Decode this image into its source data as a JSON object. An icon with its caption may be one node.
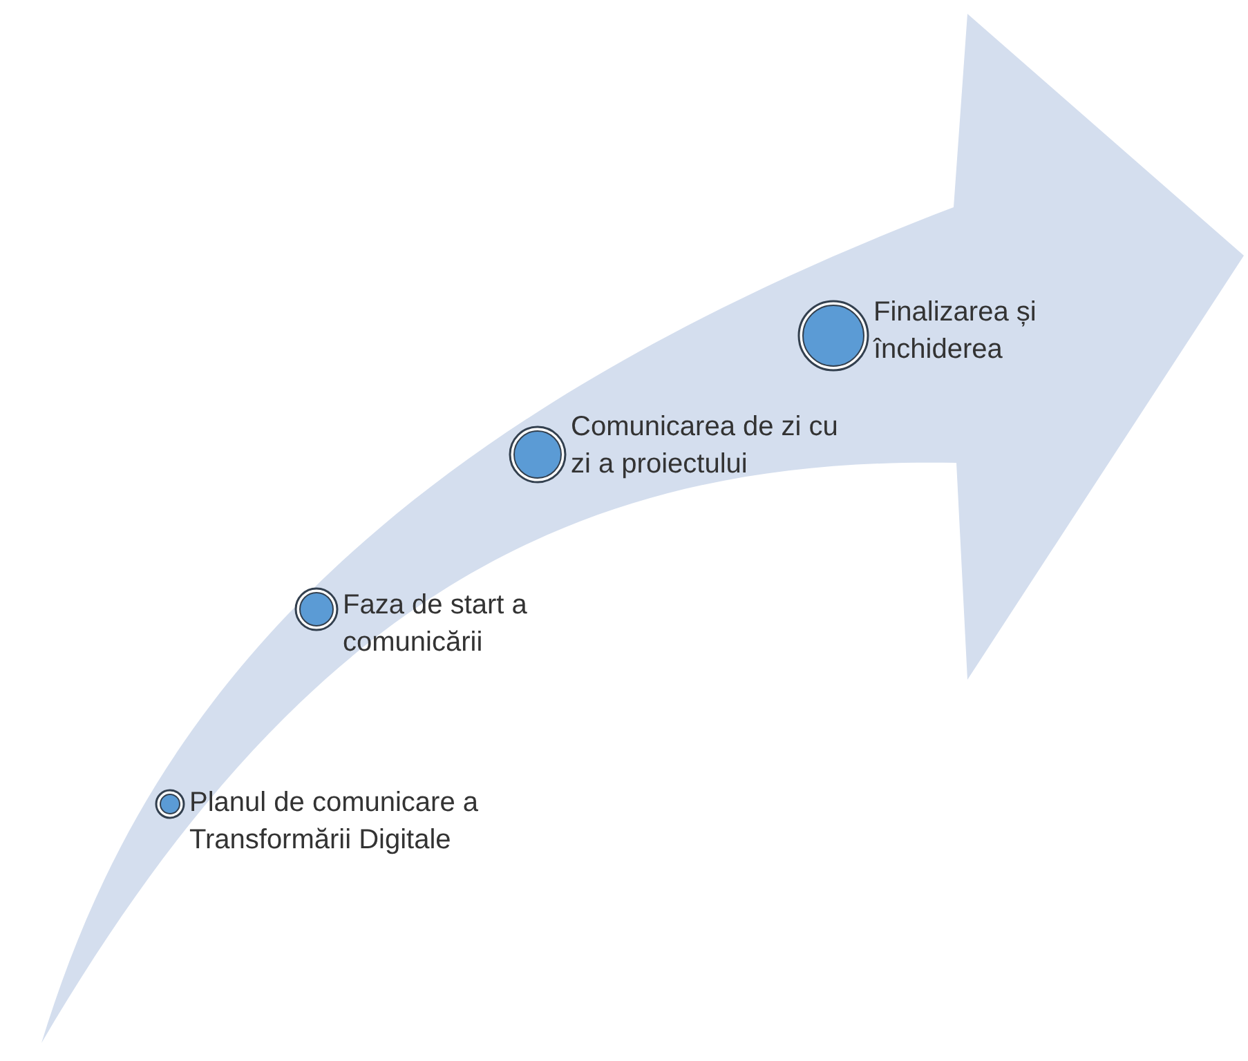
{
  "diagram": {
    "nodes": [
      {
        "text": [
          "Planul de comunicare a Transformării Digitale"
        ]
      },
      {
        "text": [
          "Faza de start a comunicării"
        ]
      },
      {
        "text": [
          "Comunicarea de zi cu zi a proiectului"
        ]
      },
      {
        "text": [
          "Finalizarea și închiderea"
        ]
      }
    ]
  }
}
